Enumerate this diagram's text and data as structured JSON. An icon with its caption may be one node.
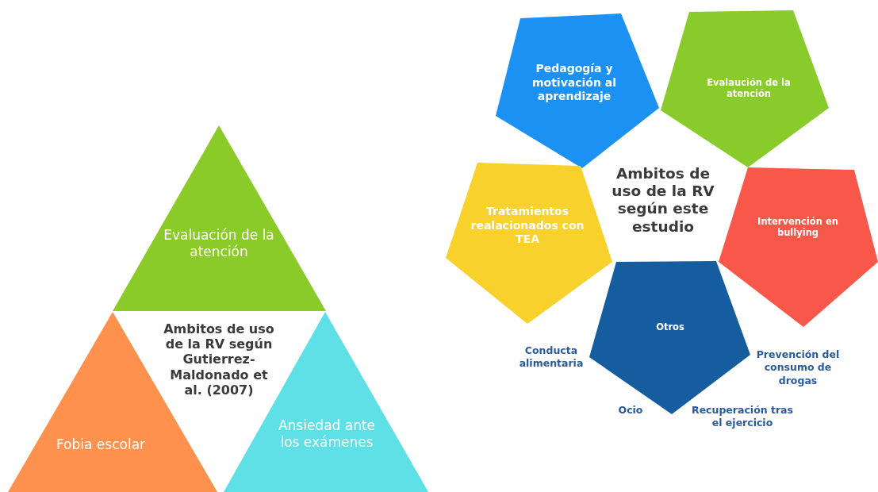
{
  "diagram": {
    "nodes": [
      {
        "text": [
          "Evaluación de la atención"
        ]
      },
      {
        "text": [
          "Fobia escolar"
        ]
      },
      {
        "text": [
          "Ansiedad ante los exámenes"
        ]
      },
      {
        "text": [
          "Pedagogía y motivación al aprendizaje"
        ]
      },
      {
        "text": [
          "Evalaución de la atención"
        ]
      },
      {
        "text": [
          "Tratamientos realacionados con TEA"
        ]
      },
      {
        "text": [
          "Intervención en bullying"
        ]
      },
      {
        "text": [
          "Otros"
        ],
        "beside": [
          "Conducta alimentaria",
          "Prevención del consumo de drogas",
          "Ocio",
          "Recuperación tras el ejercicio"
        ]
      }
    ],
    "labels": [
      "Ambitos de uso de la RV según Gutierrez-Maldonado et al. (2007)",
      "Ambitos de uso de la RV según este estudio"
    ]
  }
}
